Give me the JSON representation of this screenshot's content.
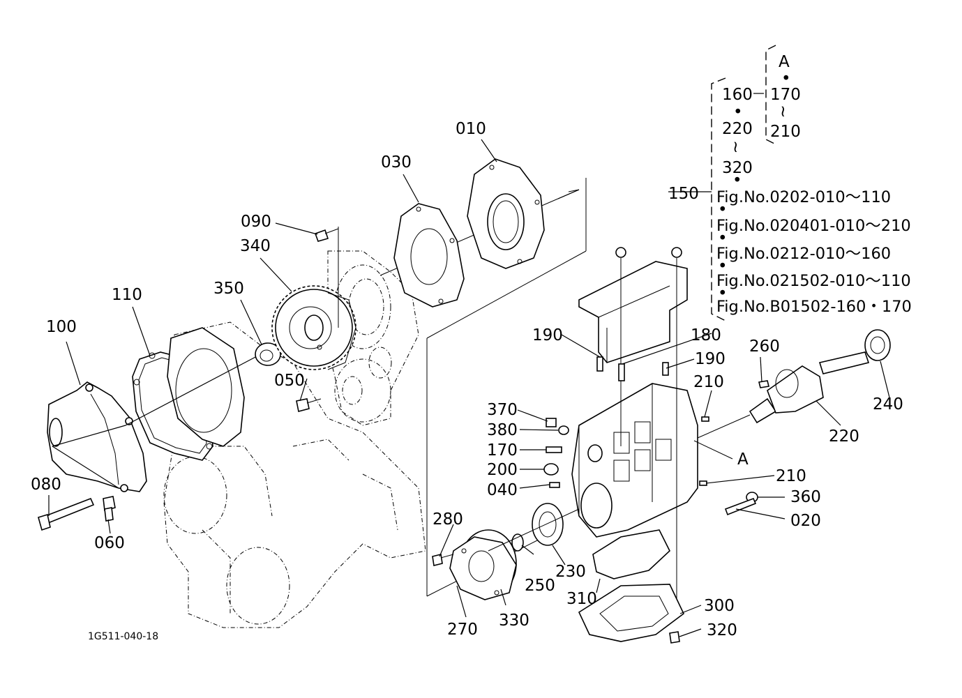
{
  "figure_code": "1G511-040-18",
  "part_labels": {
    "p010": "010",
    "p020": "020",
    "p030": "030",
    "p040": "040",
    "p050": "050",
    "p060": "060",
    "p080": "080",
    "p090": "090",
    "p100": "100",
    "p110": "110",
    "p150": "150",
    "p160": "160",
    "p170": "170",
    "p180": "180",
    "p190a": "190",
    "p190b": "190",
    "p200": "200",
    "p210a": "210",
    "p210b": "210",
    "p210c": "210",
    "p220a": "220",
    "p220b": "220",
    "p230": "230",
    "p240": "240",
    "p250": "250",
    "p260": "260",
    "p270": "270",
    "p280": "280",
    "p300": "300",
    "p310": "310",
    "p320a": "320",
    "p320b": "320",
    "p330": "330",
    "p340": "340",
    "p350": "350",
    "p360": "360",
    "p370": "370",
    "p380": "380",
    "pA1": "A",
    "pA2": "A"
  },
  "kit_notes": {
    "dot1": "•",
    "dot2": "•",
    "dot3": "•",
    "dot4": "•",
    "dot5": "•",
    "dot6": "•",
    "dot7": "•",
    "tilde1": "≀",
    "tilde2": "≀",
    "ref1": "Fig.No.0202-010～110",
    "ref2": "Fig.No.020401-010～210",
    "ref3": "Fig.No.0212-010～160",
    "ref4": "Fig.No.021502-010～110",
    "ref5": "Fig.No.B01502-160・170"
  }
}
